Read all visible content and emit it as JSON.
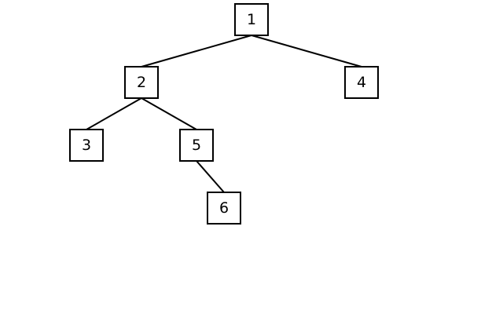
{
  "tree": {
    "nodes": [
      {
        "id": "n1",
        "label": "1"
      },
      {
        "id": "n2",
        "label": "2"
      },
      {
        "id": "n3",
        "label": "3"
      },
      {
        "id": "n4",
        "label": "4"
      },
      {
        "id": "n5",
        "label": "5"
      },
      {
        "id": "n6",
        "label": "6"
      }
    ],
    "edges": [
      {
        "from": "n1",
        "to": "n2"
      },
      {
        "from": "n1",
        "to": "n4"
      },
      {
        "from": "n2",
        "to": "n3"
      },
      {
        "from": "n2",
        "to": "n5"
      },
      {
        "from": "n5",
        "to": "n6"
      }
    ]
  }
}
